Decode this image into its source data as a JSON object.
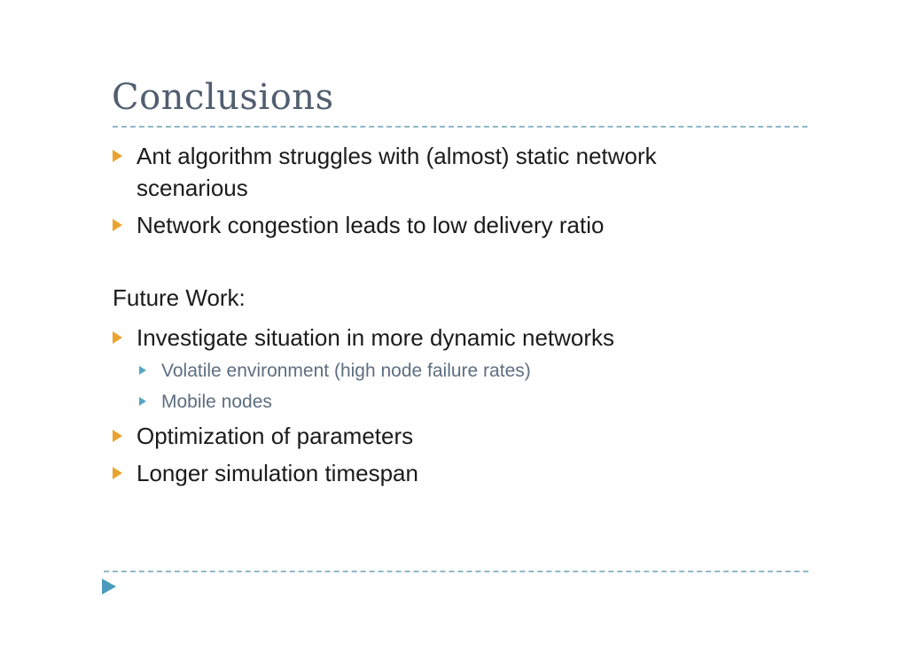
{
  "slide": {
    "title": "Conclusions",
    "bullets": [
      {
        "level": 1,
        "text": "Ant algorithm struggles with (almost) static network scenarious"
      },
      {
        "level": 1,
        "text": "Network congestion leads to low delivery ratio"
      },
      {
        "level": 0,
        "text": "Future Work:"
      },
      {
        "level": 1,
        "text": "Investigate situation in more dynamic networks"
      },
      {
        "level": 2,
        "text": "Volatile environment (high node failure rates)"
      },
      {
        "level": 2,
        "text": "Mobile nodes"
      },
      {
        "level": 1,
        "text": "Optimization of parameters"
      },
      {
        "level": 1,
        "text": "Longer simulation timespan"
      }
    ],
    "colors": {
      "title_text": "#515E70",
      "body_text": "#1B1B1B",
      "sub_text": "#5E6E80",
      "bullet_level1": "#EAA42E",
      "bullet_level2": "#57A5C4",
      "dashed_rule": "#8FB8C8",
      "footer_arrow": "#4B9CBC",
      "background": "#FFFFFF"
    }
  }
}
